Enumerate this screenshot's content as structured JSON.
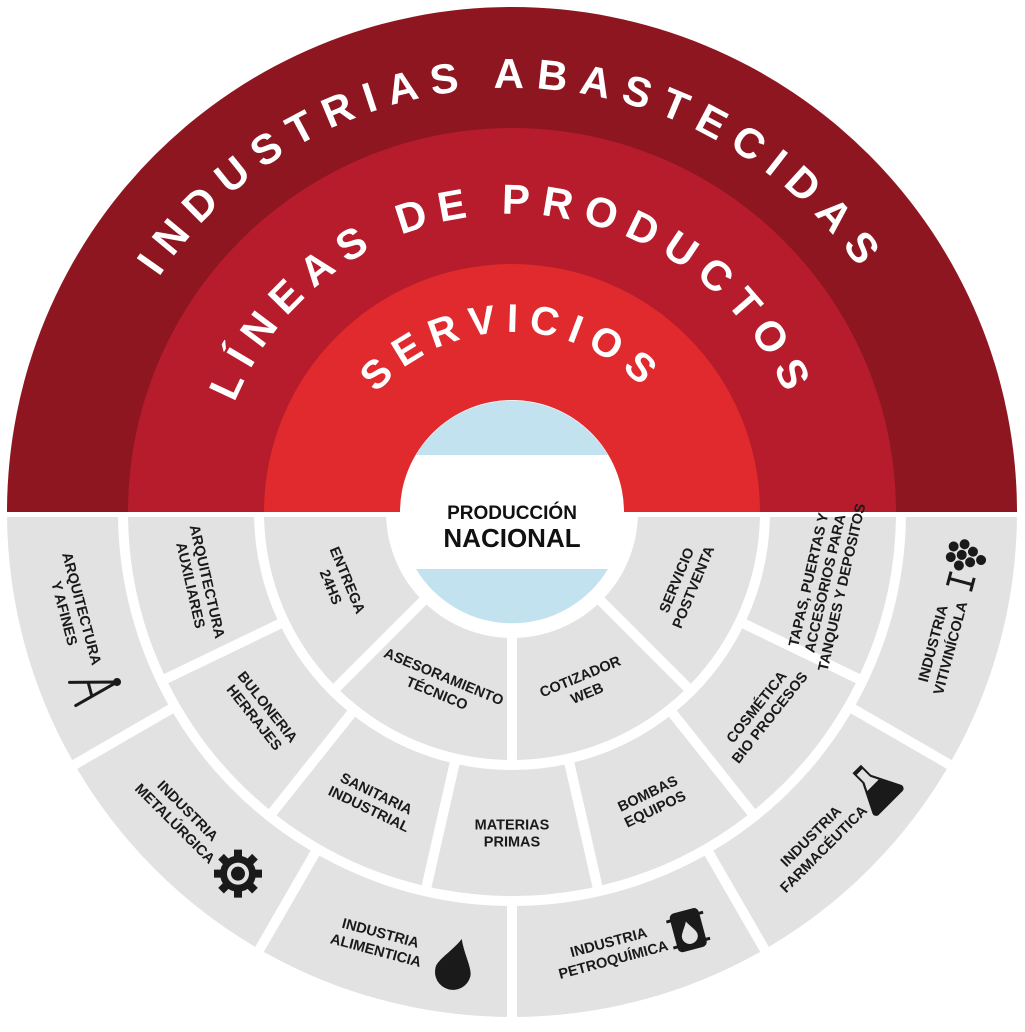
{
  "arcs": {
    "outer": "INDUSTRIAS ABASTECIDAS",
    "middle": "LÍNEAS DE PRODUCTOS",
    "inner": "SERVICIOS"
  },
  "center": {
    "line1": "PRODUCCIÓN",
    "line2": "NACIONAL"
  },
  "servicios": [
    {
      "lines": [
        "ENTREGA",
        "24HS"
      ]
    },
    {
      "lines": [
        "ASESORAMIENTO",
        "TÉCNICO"
      ]
    },
    {
      "lines": [
        "COTIZADOR",
        "WEB"
      ]
    },
    {
      "lines": [
        "SERVICIO",
        "POSTVENTA"
      ]
    }
  ],
  "productos": [
    {
      "lines": [
        "ARQUITECTURA",
        "AUXILIARES"
      ]
    },
    {
      "lines": [
        "BULONERIA",
        "HERRAJES"
      ]
    },
    {
      "lines": [
        "SANITARIA",
        "INDUSTRIAL"
      ]
    },
    {
      "lines": [
        "MATERIAS",
        "PRIMAS"
      ]
    },
    {
      "lines": [
        "BOMBAS",
        "EQUIPOS"
      ]
    },
    {
      "lines": [
        "COSMÉTICA",
        "BIO PROCESOS"
      ]
    },
    {
      "lines": [
        "TAPAS, PUERTAS Y",
        "ACCESORIOS PARA",
        "TANQUES Y DEPOSITOS"
      ]
    }
  ],
  "industrias": [
    {
      "lines": [
        "ARQUITECTURA",
        "Y AFINES"
      ],
      "icon": "compass-icon"
    },
    {
      "lines": [
        "INDUSTRIA",
        "METALÚRGICA"
      ],
      "icon": "gear-icon"
    },
    {
      "lines": [
        "INDUSTRIA",
        "ALIMENTICIA"
      ],
      "icon": "drop-icon"
    },
    {
      "lines": [
        "INDUSTRIA",
        "PETROQUÍMICA"
      ],
      "icon": "oil-barrel-icon"
    },
    {
      "lines": [
        "INDUSTRIA",
        "FARMACÉUTICA"
      ],
      "icon": "flask-icon"
    },
    {
      "lines": [
        "INDUSTRIA",
        "VITIVINÍCOLA"
      ],
      "icon": "grapes-icon"
    }
  ],
  "colors": {
    "outer_arc": "#8e1620",
    "middle_arc": "#b71c2c",
    "inner_arc": "#e02a2d",
    "segment_fill": "#e2e2e2",
    "flag_blue": "#c2e2f0",
    "icon": "#1a1a1a"
  }
}
